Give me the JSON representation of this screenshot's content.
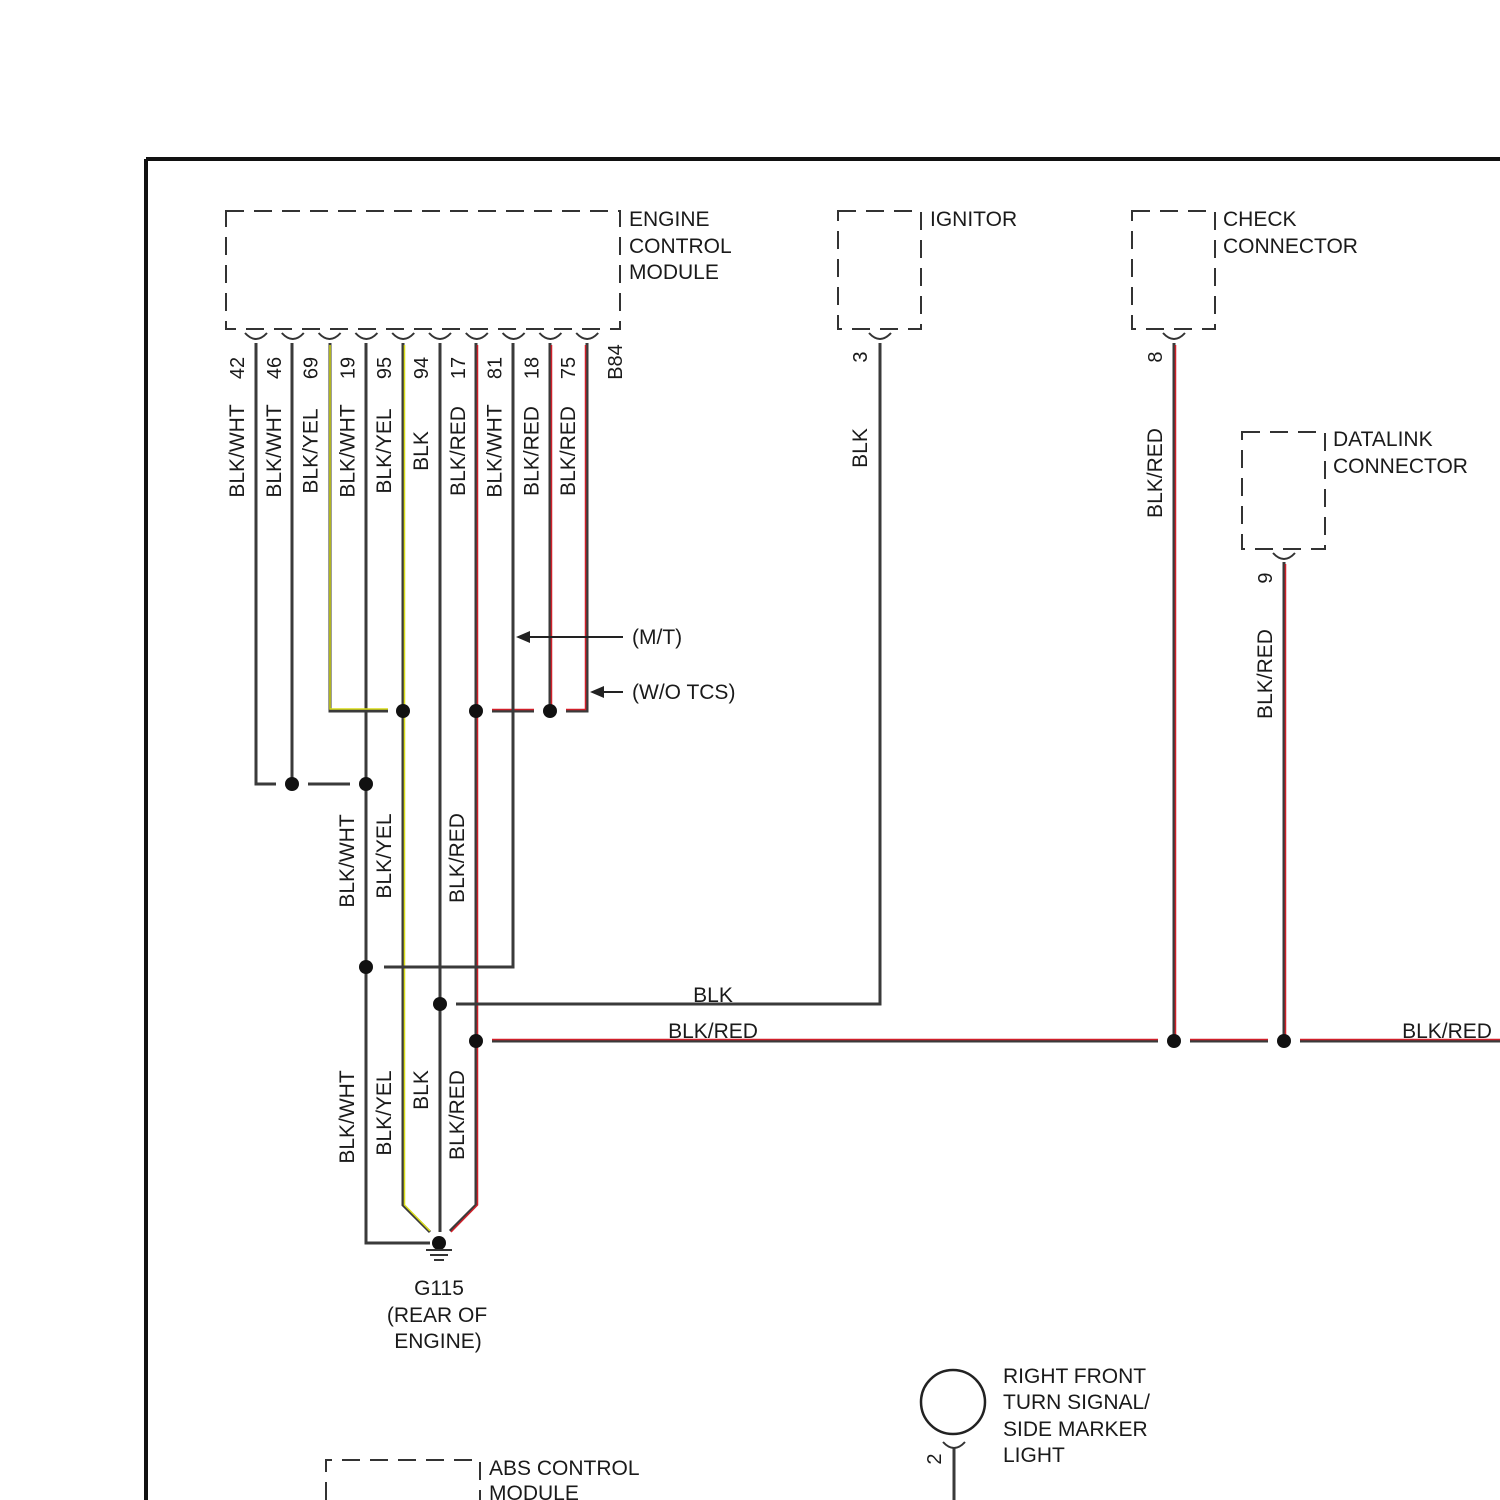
{
  "components": {
    "ecm": {
      "line1": "ENGINE",
      "line2": "CONTROL",
      "line3": "MODULE"
    },
    "ignitor": {
      "line1": "IGNITOR"
    },
    "check": {
      "line1": "CHECK",
      "line2": "CONNECTOR"
    },
    "datalink": {
      "line1": "DATALINK",
      "line2": "CONNECTOR"
    },
    "abs": {
      "line1": "ABS CONTROL",
      "line2": "MODULE"
    },
    "light": {
      "line1": "RIGHT FRONT",
      "line2": "TURN SIGNAL/",
      "line3": "SIDE MARKER",
      "line4": "LIGHT"
    },
    "ground": {
      "line1": "G115",
      "line2": "(REAR OF",
      "line3": "ENGINE)"
    }
  },
  "ecm_pins": [
    {
      "pin": "42",
      "wire": "BLK/WHT"
    },
    {
      "pin": "46",
      "wire": "BLK/WHT"
    },
    {
      "pin": "69",
      "wire": "BLK/YEL"
    },
    {
      "pin": "19",
      "wire": "BLK/WHT"
    },
    {
      "pin": "95",
      "wire": "BLK/YEL"
    },
    {
      "pin": "94",
      "wire": "BLK"
    },
    {
      "pin": "17",
      "wire": "BLK/RED"
    },
    {
      "pin": "81",
      "wire": "BLK/WHT"
    },
    {
      "pin": "18",
      "wire": "BLK/RED"
    },
    {
      "pin": "75",
      "wire": "BLK/RED"
    }
  ],
  "ecm_connector": "B84",
  "ignitor_pin": {
    "pin": "3",
    "wire": "BLK"
  },
  "check_pin": {
    "pin": "8",
    "wire": "BLK/RED"
  },
  "datalink_pin": {
    "pin": "9",
    "wire": "BLK/RED"
  },
  "light_pin": {
    "pin": "2"
  },
  "notes": {
    "mt": "(M/T)",
    "wotcs": "(W/O TCS)"
  },
  "lower_labels": {
    "blkwht": "BLK/WHT",
    "blkyel": "BLK/YEL",
    "blkred": "BLK/RED",
    "blk": "BLK"
  },
  "bus_labels": {
    "blk": "BLK",
    "blkred": "BLK/RED",
    "blkred_right": "BLK/RED"
  },
  "colors": {
    "wire_black": "#3a3a3a",
    "tracer_red": "#d0202a",
    "tracer_yellow": "#d8dc1a",
    "frame": "#111111"
  }
}
